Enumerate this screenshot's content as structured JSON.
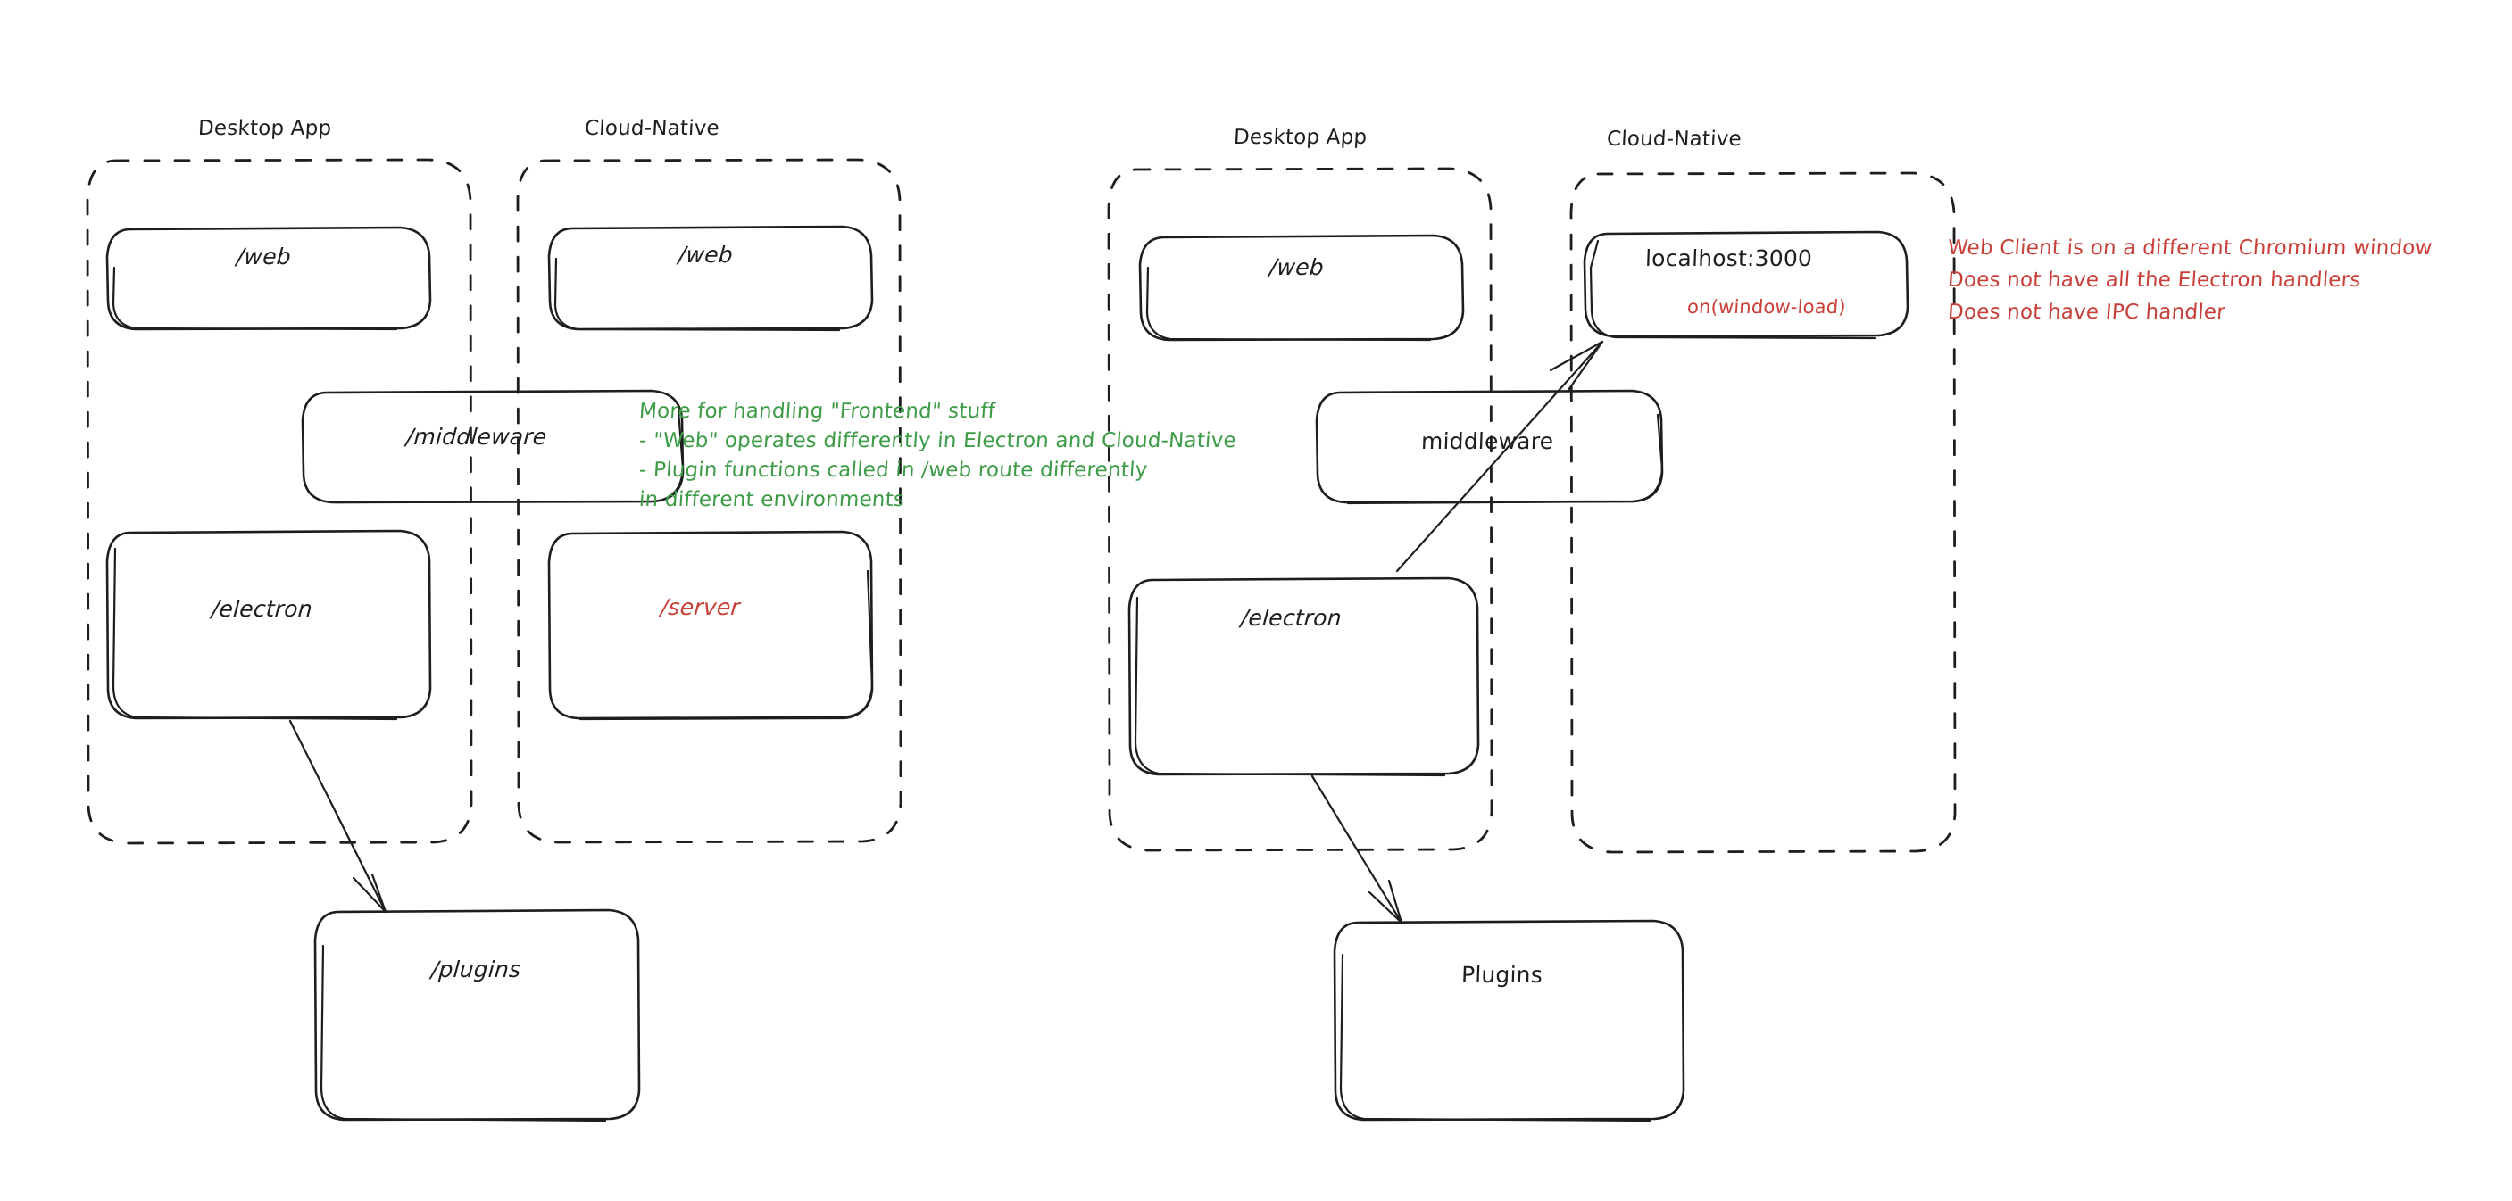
{
  "diagram": {
    "title": "Electron vs Cloud-Native architecture comparison",
    "style": "hand-drawn sketch",
    "background": "#ffffff",
    "colors": {
      "ink": "#1e1e1e",
      "green_note": "#3e9c47",
      "red_note": "#c9403a"
    }
  },
  "left_diagram": {
    "groups": [
      {
        "label": "Desktop App"
      },
      {
        "label": "Cloud-Native"
      }
    ],
    "boxes": [
      {
        "label": "/web",
        "color": "#1e1e1e"
      },
      {
        "label": "/web",
        "color": "#1e1e1e"
      },
      {
        "label": "/middleware",
        "color": "#1e1e1e"
      },
      {
        "label": "/electron",
        "color": "#1e1e1e"
      },
      {
        "label": "/server",
        "color": "#c9403a"
      },
      {
        "label": "/plugins",
        "color": "#1e1e1e"
      }
    ],
    "note_green": {
      "color": "#3e9c47",
      "lines": [
        "More for handling \"Frontend\" stuff",
        "- \"Web\" operates differently in Electron and Cloud-Native",
        "- Plugin functions called in /web route differently",
        "in different environments"
      ]
    },
    "arrows": [
      {
        "from": "/electron",
        "to": "/plugins"
      }
    ]
  },
  "right_diagram": {
    "groups": [
      {
        "label": "Desktop App"
      },
      {
        "label": "Cloud-Native"
      }
    ],
    "boxes": [
      {
        "label": "/web",
        "color": "#1e1e1e"
      },
      {
        "label": "localhost:3000",
        "sublabel": "on(window-load)",
        "sublabel_color": "#c9403a",
        "color": "#1e1e1e"
      },
      {
        "label": "middleware",
        "color": "#1e1e1e"
      },
      {
        "label": "/electron",
        "color": "#1e1e1e"
      },
      {
        "label": "Plugins",
        "color": "#1e1e1e"
      }
    ],
    "note_red": {
      "color": "#c9403a",
      "lines": [
        "Web Client is on a different Chromium window",
        "Does not have all the Electron handlers",
        "Does not have IPC handler"
      ]
    },
    "arrows": [
      {
        "from": "/electron",
        "to": "localhost:3000"
      },
      {
        "from": "/electron",
        "to": "Plugins"
      }
    ]
  }
}
